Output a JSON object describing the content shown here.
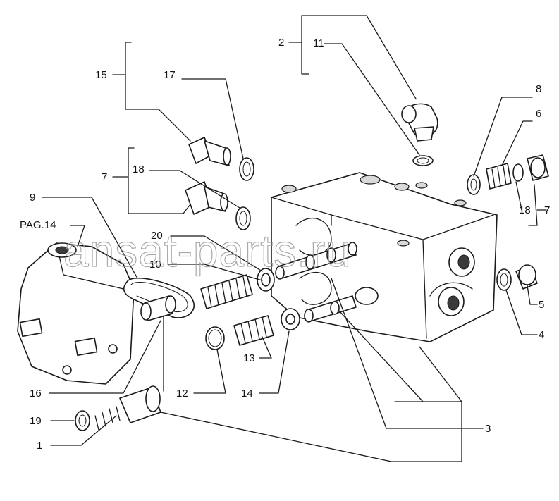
{
  "watermark": "ansat-parts.ru",
  "labels": {
    "l1": "1",
    "l2": "2",
    "l3": "3",
    "l4": "4",
    "l5": "5",
    "l6": "6",
    "l7a": "7",
    "l7b": "7",
    "l8": "8",
    "l9": "9",
    "l10": "10",
    "l11": "11",
    "l12": "12",
    "l13": "13",
    "l14": "14",
    "l15": "15",
    "l16": "16",
    "l17": "17",
    "l18a": "18",
    "l18b": "18",
    "l19": "19",
    "l20": "20",
    "pag": "PAG.14"
  }
}
